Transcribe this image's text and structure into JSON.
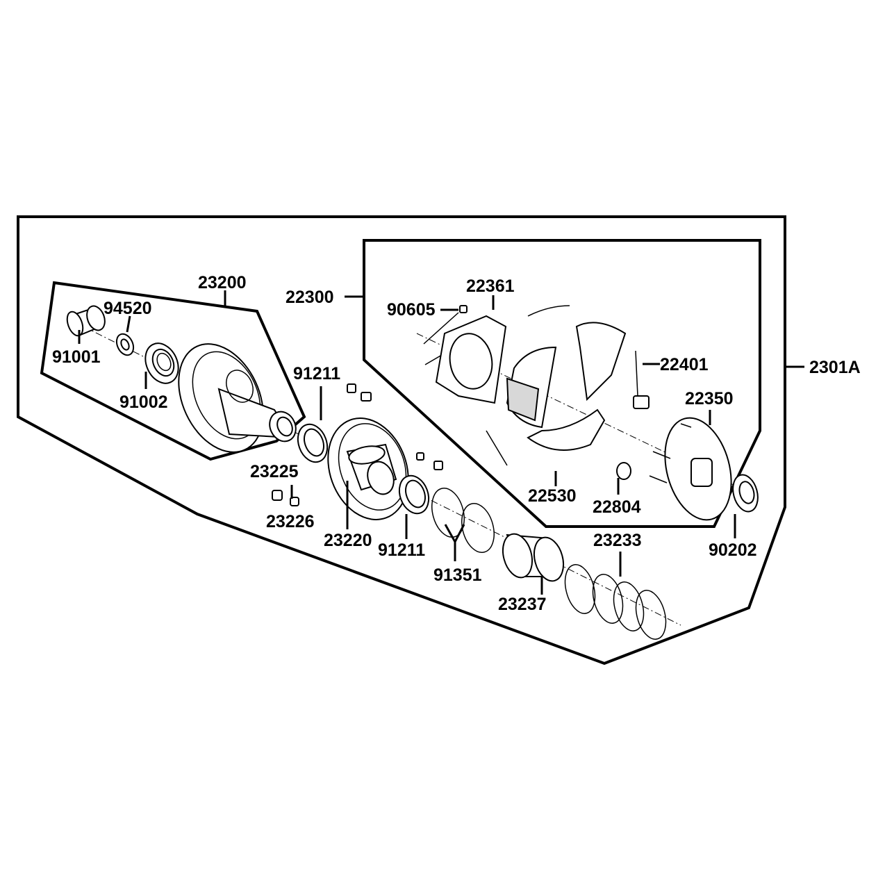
{
  "diagram": {
    "parts": [
      {
        "id": "p23200",
        "number": "23200"
      },
      {
        "id": "p94520",
        "number": "94520"
      },
      {
        "id": "p91001",
        "number": "91001"
      },
      {
        "id": "p91002",
        "number": "91002"
      },
      {
        "id": "p91211a",
        "number": "91211"
      },
      {
        "id": "p23225",
        "number": "23225"
      },
      {
        "id": "p23226",
        "number": "23226"
      },
      {
        "id": "p23220",
        "number": "23220"
      },
      {
        "id": "p91211b",
        "number": "91211"
      },
      {
        "id": "p91351",
        "number": "91351"
      },
      {
        "id": "p23237",
        "number": "23237"
      },
      {
        "id": "p23233",
        "number": "23233"
      },
      {
        "id": "p22300",
        "number": "22300"
      },
      {
        "id": "p90605",
        "number": "90605"
      },
      {
        "id": "p22361",
        "number": "22361"
      },
      {
        "id": "p22401",
        "number": "22401"
      },
      {
        "id": "p22350",
        "number": "22350"
      },
      {
        "id": "p22530",
        "number": "22530"
      },
      {
        "id": "p22804",
        "number": "22804"
      },
      {
        "id": "p90202",
        "number": "90202"
      },
      {
        "id": "p2301A",
        "number": "2301A"
      }
    ]
  }
}
